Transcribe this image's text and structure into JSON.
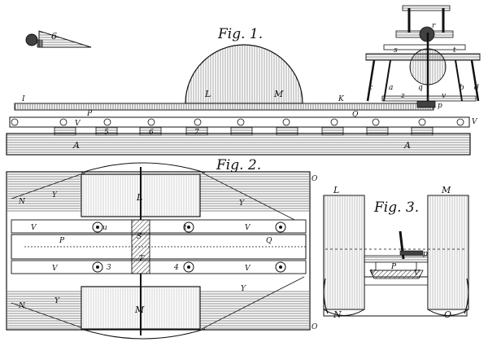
{
  "figures": {
    "fig1": {
      "title": "Fig. 1.",
      "labels": {
        "six": "6",
        "L": "L",
        "M": "M",
        "I": "I",
        "K": "K",
        "P": "P",
        "Q": "Q",
        "V_left": "V",
        "V_right": "V",
        "A_left": "A",
        "A_right": "A",
        "n5": "5",
        "n6": "6",
        "n7": "7",
        "r": "r",
        "s": "s",
        "t": "t",
        "c": "c",
        "a": "a",
        "q": "q",
        "b": "b",
        "d": "d",
        "z": "z",
        "v": "v",
        "p": "p"
      }
    },
    "fig2": {
      "title": "Fig. 2.",
      "labels": {
        "L": "L",
        "M": "M",
        "N_top": "N",
        "N_bottom": "N",
        "O_top": "O",
        "O_bottom": "O",
        "Y_tl": "Y",
        "Y_tr": "Y",
        "Y_bl": "Y",
        "Y_br": "Y",
        "V1": "V",
        "V2": "V",
        "V3": "V",
        "V4": "V",
        "P": "P",
        "Q": "Q",
        "S": "S",
        "T": "T",
        "n3": "3",
        "n4": "4",
        "u": "u",
        "t": "t"
      }
    },
    "fig3": {
      "title": "Fig. 3.",
      "labels": {
        "L": "L",
        "M": "M",
        "N": "N",
        "O": "O",
        "P": "P",
        "p": "p",
        "V_left": "V",
        "V_right": "V"
      }
    }
  },
  "colors": {
    "ink": "#111111",
    "hatch": "#444444",
    "paper": "#ffffff",
    "shade": "#555555"
  }
}
